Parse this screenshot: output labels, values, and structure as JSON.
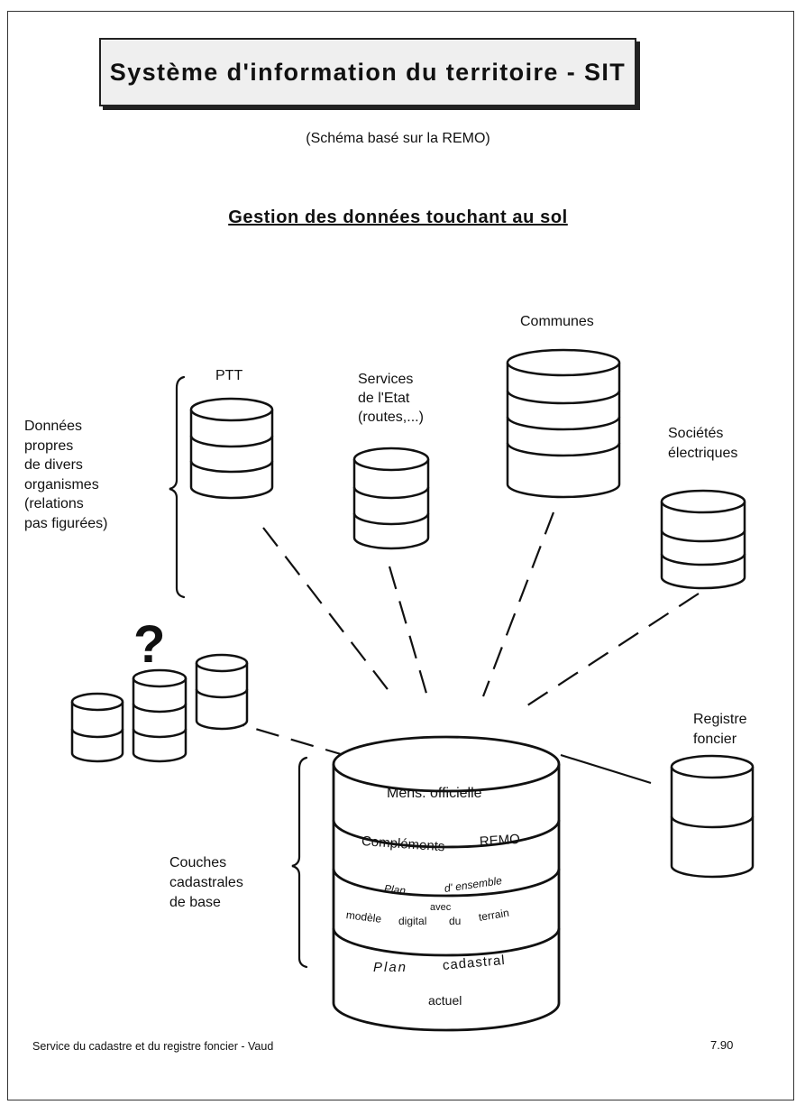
{
  "title": "Système d'information du territoire - SIT",
  "subtitle": "(Schéma basé sur la REMO)",
  "section_heading": "Gestion des données touchant au sol",
  "left_group_label": "Données\npropres\nde divers\norganismes\n(relations\npas figurées)",
  "databases": {
    "ptt": "PTT",
    "services_etat": "Services\nde l'Etat\n(routes,...)",
    "communes": "Communes",
    "societes_electriques": "Sociétés\nélectriques",
    "registre_foncier": "Registre\nfoncier"
  },
  "unknown_marker": "?",
  "central_db": {
    "layer1": "Mens. officielle",
    "layer2_a": "Compléments",
    "layer2_b": "REMO",
    "layer3_a": "Plan",
    "layer3_b": "d' ensemble",
    "layer3_c": "avec",
    "layer3_d": "modèle",
    "layer3_e": "digital",
    "layer3_f": "du",
    "layer3_g": "terrain",
    "layer4_a": "Plan",
    "layer4_b": "cadastral",
    "layer4_c": "actuel"
  },
  "bottom_group_label": "Couches\ncadastrales\nde base",
  "footer": {
    "left": "Service du cadastre et du registre foncier - Vaud",
    "right": "7.90"
  }
}
